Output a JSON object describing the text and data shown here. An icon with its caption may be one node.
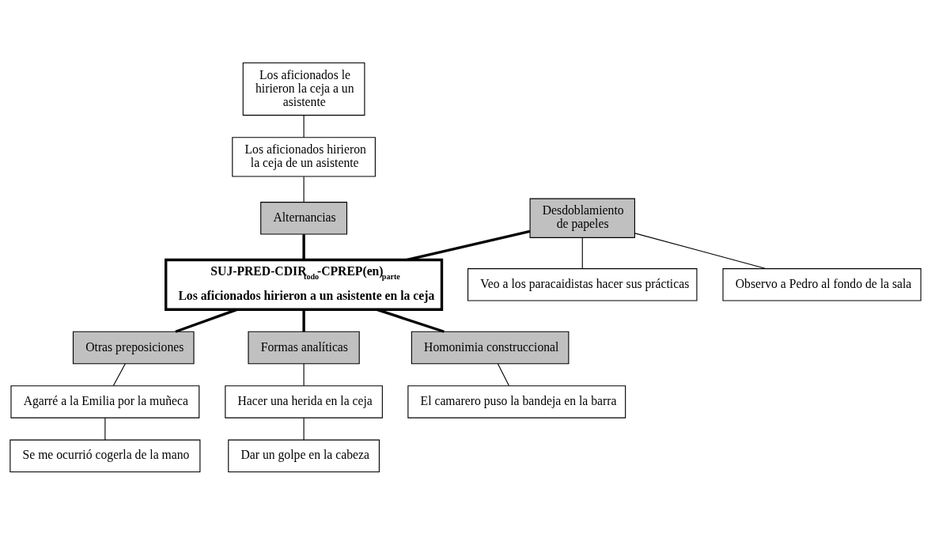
{
  "diagram": {
    "nodes": [
      {
        "text": [
          "Los aficionados le hirieron la ceja a un asistente"
        ]
      },
      {
        "text": [
          "Los aficionados hirieron la ceja de un asistente"
        ]
      },
      {
        "text": [
          "Alternancias"
        ]
      },
      {
        "text": [
          "Desdoblamiento de papeles"
        ]
      },
      {
        "text": [
          "Veo a los paracaidistas hacer sus prácticas"
        ]
      },
      {
        "text": [
          "Observo a Pedro al fondo de la sala"
        ]
      },
      {
        "text": [
          "SUJ-PRED-CDIR$_{todo}$-CPREP(en)$_{parte}$",
          "Los aficionados hirieron a un asistente en la ceja"
        ]
      },
      {
        "text": [
          "Otras preposiciones"
        ]
      },
      {
        "text": [
          "Formas analíticas"
        ]
      },
      {
        "text": [
          "Homonimia construccional"
        ]
      },
      {
        "text": [
          "Agarré a la Emilia por la muñeca"
        ]
      },
      {
        "text": [
          "Hacer una herida en la ceja"
        ]
      },
      {
        "text": [
          "Se me ocurrió cogerla de la mano"
        ]
      },
      {
        "text": [
          "Dar un golpe en la cabeza"
        ]
      },
      {
        "text": [
          "El camarero puso la bandeja en la barra"
        ]
      }
    ],
    "edges": [
      {
        "from": 0,
        "to": 1,
        "arrow": "none"
      },
      {
        "from": 1,
        "to": 2,
        "arrow": "none"
      },
      {
        "from": 2,
        "to": 6,
        "arrow": "none",
        "style": "thick"
      },
      {
        "from": 3,
        "to": 6,
        "arrow": "none",
        "style": "thick"
      },
      {
        "from": 3,
        "to": 4,
        "arrow": "none"
      },
      {
        "from": 3,
        "to": 5,
        "arrow": "none"
      },
      {
        "from": 6,
        "to": 7,
        "arrow": "none",
        "style": "thick"
      },
      {
        "from": 6,
        "to": 8,
        "arrow": "none",
        "style": "thick"
      },
      {
        "from": 6,
        "to": 9,
        "arrow": "none",
        "style": "thick"
      },
      {
        "from": 7,
        "to": 10,
        "arrow": "none"
      },
      {
        "from": 10,
        "to": 12,
        "arrow": "none"
      },
      {
        "from": 8,
        "to": 11,
        "arrow": "none"
      },
      {
        "from": 11,
        "to": 13,
        "arrow": "none"
      },
      {
        "from": 9,
        "to": 14,
        "arrow": "none"
      }
    ]
  }
}
